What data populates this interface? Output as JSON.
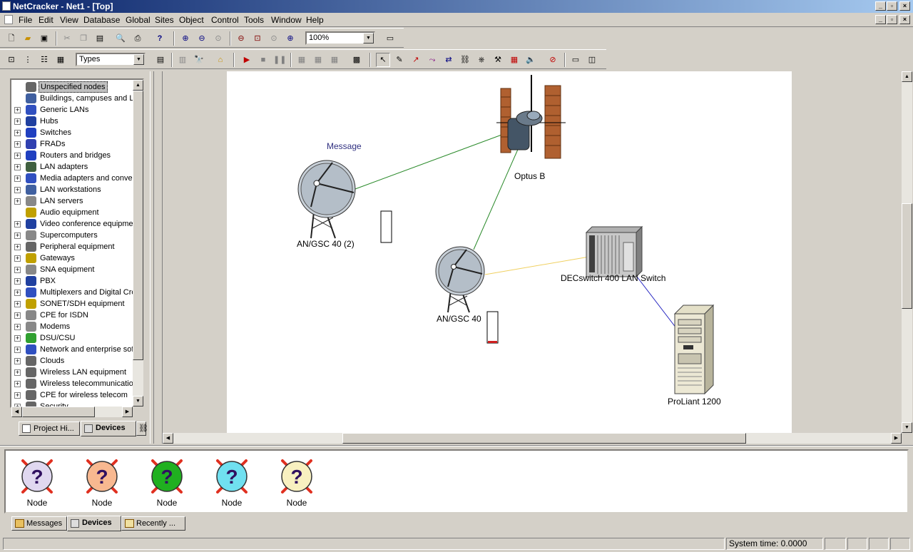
{
  "window": {
    "title": "NetCracker - Net1 - [Top]"
  },
  "menu": [
    "File",
    "Edit",
    "View",
    "Database",
    "Global",
    "Sites",
    "Object",
    "Control",
    "Tools",
    "Window",
    "Help"
  ],
  "toolbar": {
    "zoom_value": "100%",
    "types_value": "Types"
  },
  "tree": {
    "items": [
      {
        "label": "Unspecified nodes",
        "expand": false,
        "selected": true
      },
      {
        "label": "Buildings, campuses and LA",
        "expand": false
      },
      {
        "label": "Generic LANs",
        "expand": true
      },
      {
        "label": "Hubs",
        "expand": true
      },
      {
        "label": "Switches",
        "expand": true
      },
      {
        "label": "FRADs",
        "expand": true
      },
      {
        "label": "Routers and bridges",
        "expand": true
      },
      {
        "label": "LAN adapters",
        "expand": true
      },
      {
        "label": "Media adapters and conver",
        "expand": true
      },
      {
        "label": "LAN workstations",
        "expand": true
      },
      {
        "label": "LAN servers",
        "expand": true
      },
      {
        "label": "Audio equipment",
        "expand": false
      },
      {
        "label": "Video conference equipmer",
        "expand": true
      },
      {
        "label": "Supercomputers",
        "expand": true
      },
      {
        "label": "Peripheral equipment",
        "expand": true
      },
      {
        "label": "Gateways",
        "expand": true
      },
      {
        "label": "SNA equipment",
        "expand": true
      },
      {
        "label": "PBX",
        "expand": true
      },
      {
        "label": "Multiplexers and Digital Cro",
        "expand": true
      },
      {
        "label": "SONET/SDH equipment",
        "expand": true
      },
      {
        "label": "CPE for ISDN",
        "expand": true
      },
      {
        "label": "Modems",
        "expand": true
      },
      {
        "label": "DSU/CSU",
        "expand": true
      },
      {
        "label": "Network and enterprise sof",
        "expand": true
      },
      {
        "label": "Clouds",
        "expand": true
      },
      {
        "label": "Wireless LAN equipment",
        "expand": true
      },
      {
        "label": "Wireless telecommunication",
        "expand": true
      },
      {
        "label": "CPE for wireless telecom",
        "expand": true
      },
      {
        "label": "Security",
        "expand": true
      }
    ]
  },
  "left_tabs": [
    "Project Hi...",
    "Devices"
  ],
  "diagram": {
    "message_label": "Message",
    "devices": {
      "optus": "Optus B",
      "dish1": "AN/GSC 40 (2)",
      "dish2": "AN/GSC 40",
      "switch": "DECswitch 400 LAN Switch",
      "server": "ProLiant 1200"
    }
  },
  "bottom_nodes": [
    {
      "label": "Node",
      "color": "#e0d8f0"
    },
    {
      "label": "Node",
      "color": "#f8b890"
    },
    {
      "label": "Node",
      "color": "#20b020"
    },
    {
      "label": "Node",
      "color": "#70e0f0"
    },
    {
      "label": "Node",
      "color": "#f8f0c0"
    }
  ],
  "bottom_tabs": [
    "Messages",
    "Devices",
    "Recently ..."
  ],
  "status": {
    "system_time": "System time: 0.0000"
  }
}
